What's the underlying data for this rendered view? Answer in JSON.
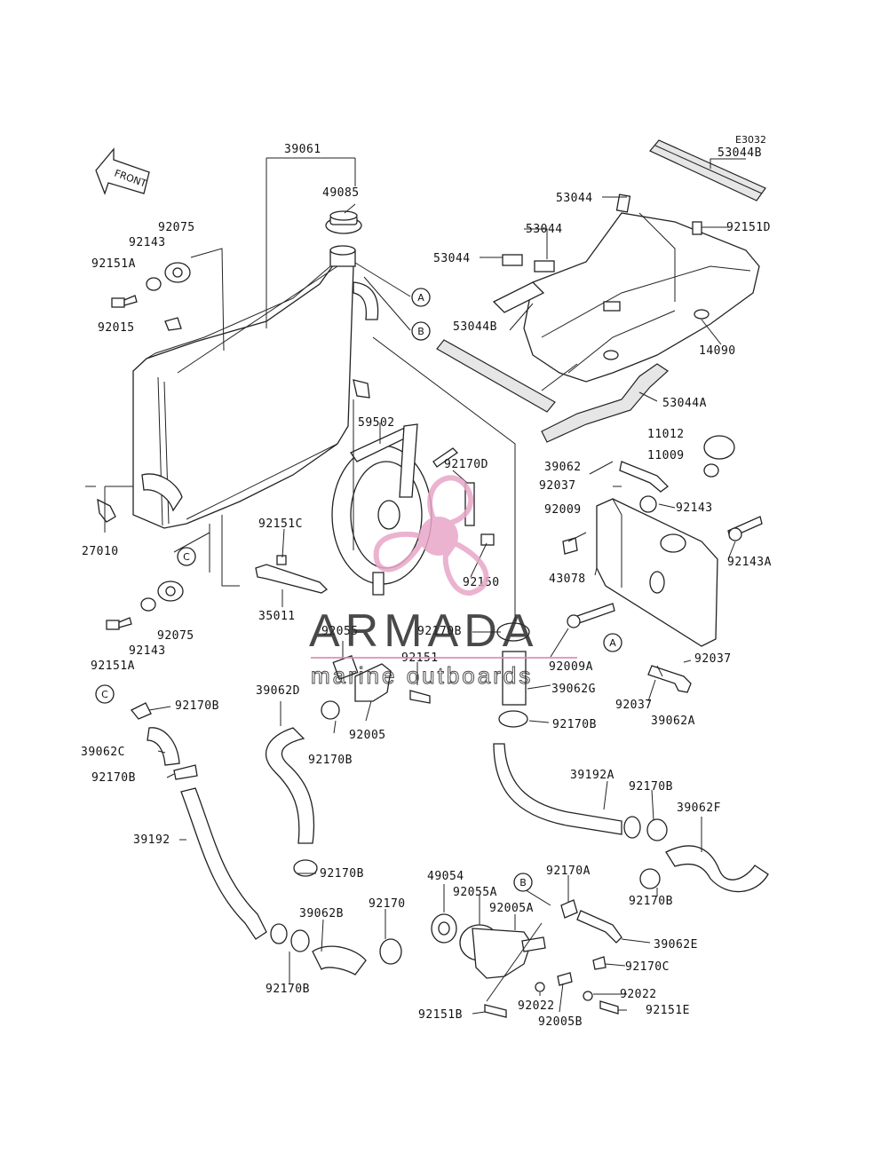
{
  "diagram": {
    "code": "E3032",
    "front_arrow_label": "FRONT",
    "reference_circles": [
      "A",
      "B",
      "C",
      "A",
      "B",
      "C"
    ],
    "part_labels": [
      "39061",
      "49085",
      "92075",
      "92143",
      "92151A",
      "92015",
      "53044B",
      "53044",
      "92151D",
      "53044",
      "53044",
      "53044B",
      "14090",
      "53044A",
      "59502",
      "92170D",
      "27010",
      "92151C",
      "35011",
      "92150",
      "92143",
      "92075",
      "92151A",
      "11012",
      "11009",
      "39062",
      "92037",
      "92009",
      "92143",
      "92143A",
      "43078",
      "92055",
      "92151",
      "92170B",
      "92009A",
      "92037",
      "92037",
      "39062A",
      "39062D",
      "92005",
      "92170B",
      "39062G",
      "92170B",
      "92170B",
      "39062C",
      "92170B",
      "39192",
      "39192A",
      "92170B",
      "39062F",
      "92170B",
      "49054",
      "92055A",
      "92170A",
      "92005A",
      "39062B",
      "92170",
      "92170B",
      "39062E",
      "92170C",
      "92022",
      "92022",
      "92151B",
      "92005B",
      "92151E",
      "92170B"
    ]
  },
  "watermark": {
    "brand": "ARMADA",
    "tagline": "marine outboards",
    "accent_color": "#e8a6c8",
    "line_color": "#d88fb6"
  }
}
